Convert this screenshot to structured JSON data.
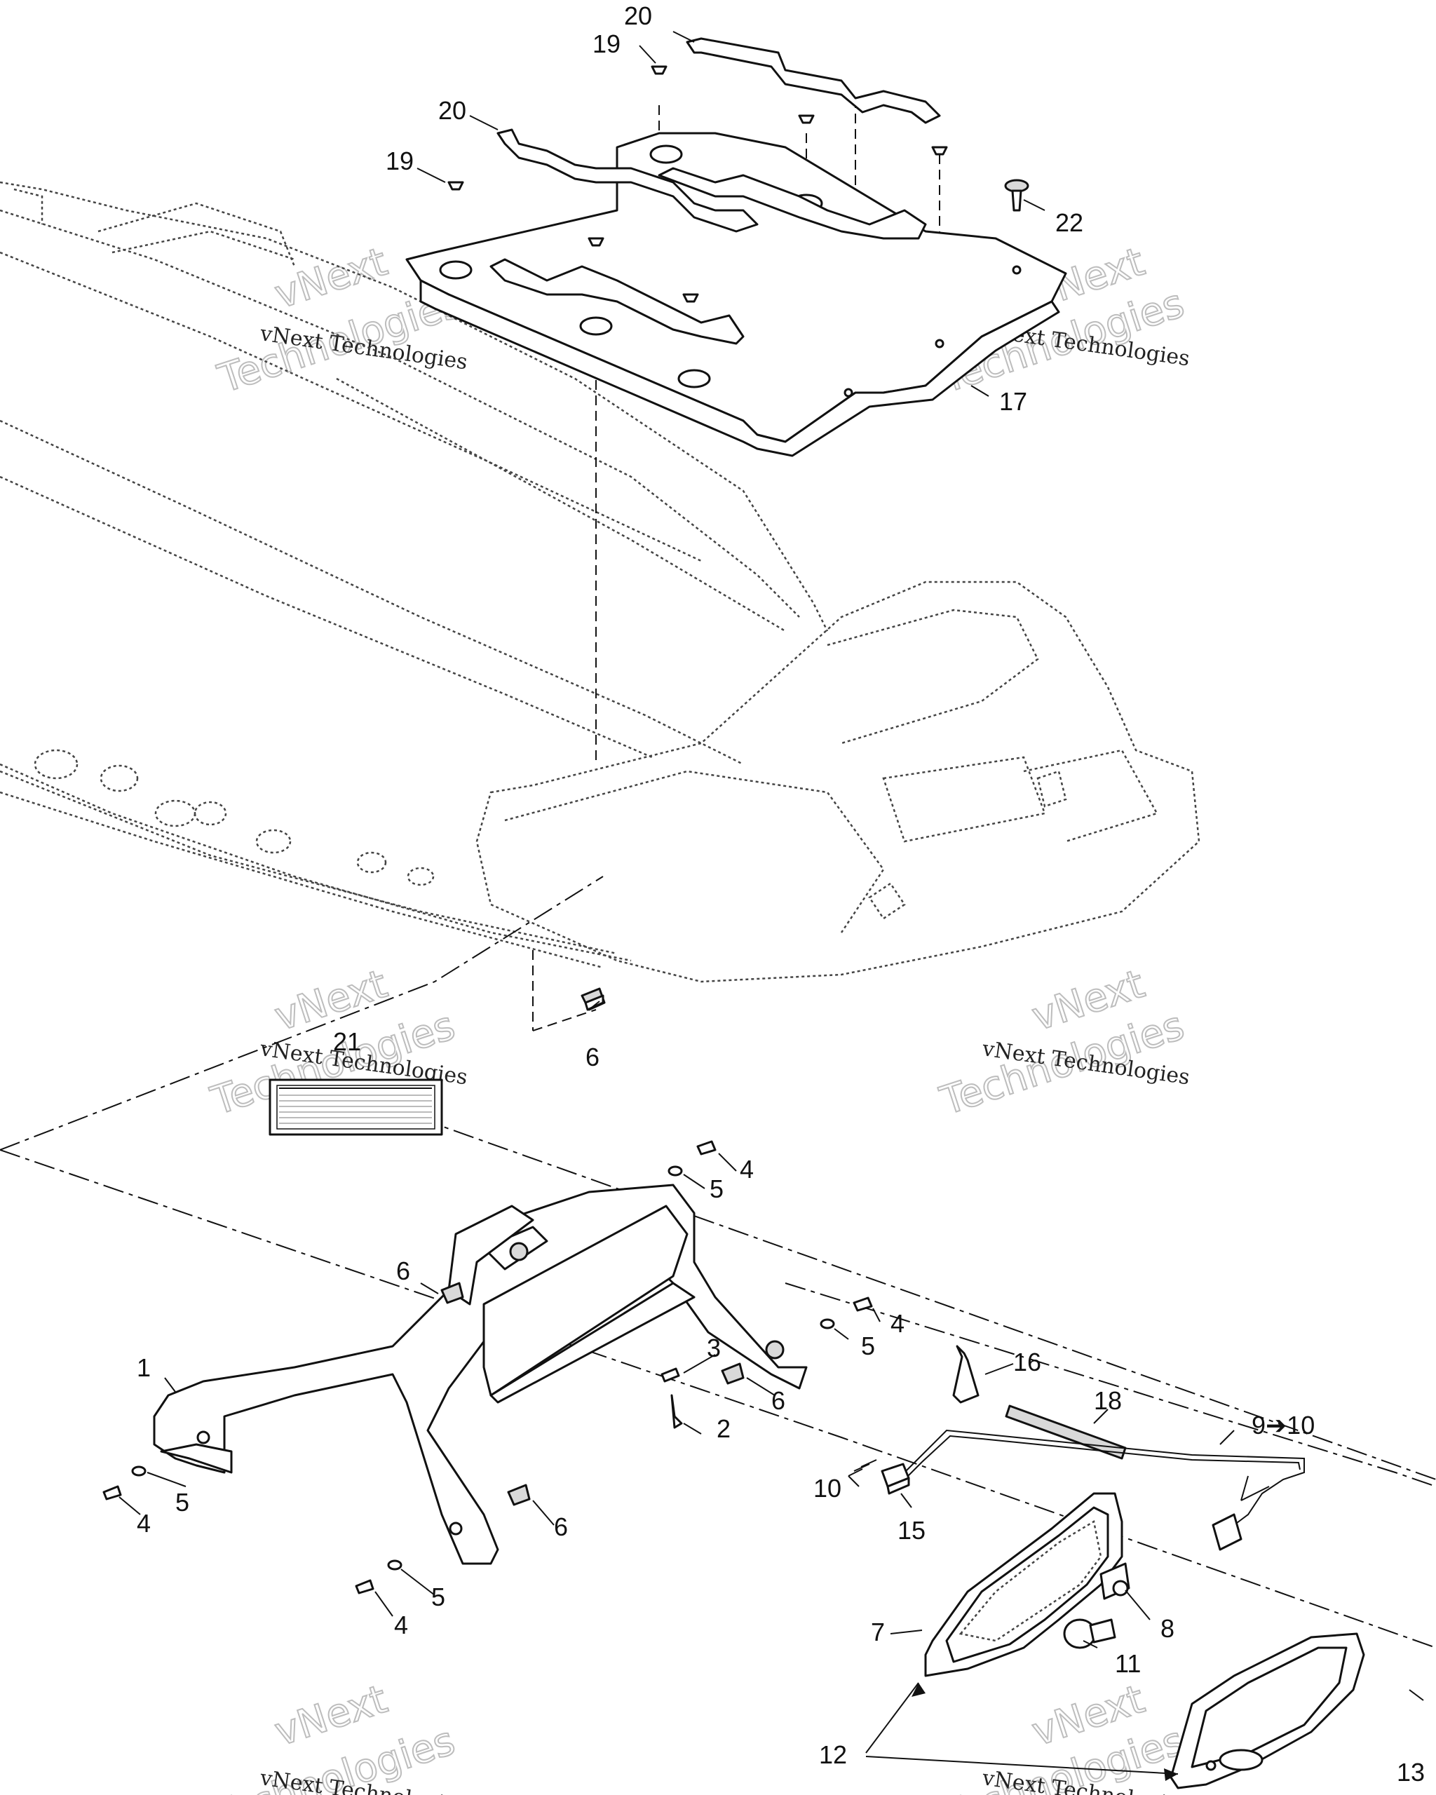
{
  "watermark": {
    "line1": "vNext",
    "line2": "Technologies",
    "full": "vNext Technologies"
  },
  "callouts": [
    {
      "id": "c20a",
      "text": "20"
    },
    {
      "id": "c19a",
      "text": "19"
    },
    {
      "id": "c20b",
      "text": "20"
    },
    {
      "id": "c19b",
      "text": "19"
    },
    {
      "id": "c22",
      "text": "22"
    },
    {
      "id": "c17",
      "text": "17"
    },
    {
      "id": "c6a",
      "text": "6"
    },
    {
      "id": "c21",
      "text": "21"
    },
    {
      "id": "c4a",
      "text": "4"
    },
    {
      "id": "c5a",
      "text": "5"
    },
    {
      "id": "c6b",
      "text": "6"
    },
    {
      "id": "c4b",
      "text": "4"
    },
    {
      "id": "c5b",
      "text": "5"
    },
    {
      "id": "c3",
      "text": "3"
    },
    {
      "id": "c6c",
      "text": "6"
    },
    {
      "id": "c16",
      "text": "16"
    },
    {
      "id": "c1",
      "text": "1"
    },
    {
      "id": "c2",
      "text": "2"
    },
    {
      "id": "c18",
      "text": "18"
    },
    {
      "id": "c910",
      "text": "9➔10"
    },
    {
      "id": "c10",
      "text": "10"
    },
    {
      "id": "c5c",
      "text": "5"
    },
    {
      "id": "c4c",
      "text": "4"
    },
    {
      "id": "c15",
      "text": "15"
    },
    {
      "id": "c6d",
      "text": "6"
    },
    {
      "id": "c5d",
      "text": "5"
    },
    {
      "id": "c4d",
      "text": "4"
    },
    {
      "id": "c8",
      "text": "8"
    },
    {
      "id": "c7",
      "text": "7"
    },
    {
      "id": "c11",
      "text": "11"
    },
    {
      "id": "c12",
      "text": "12"
    },
    {
      "id": "c13",
      "text": "13"
    }
  ]
}
